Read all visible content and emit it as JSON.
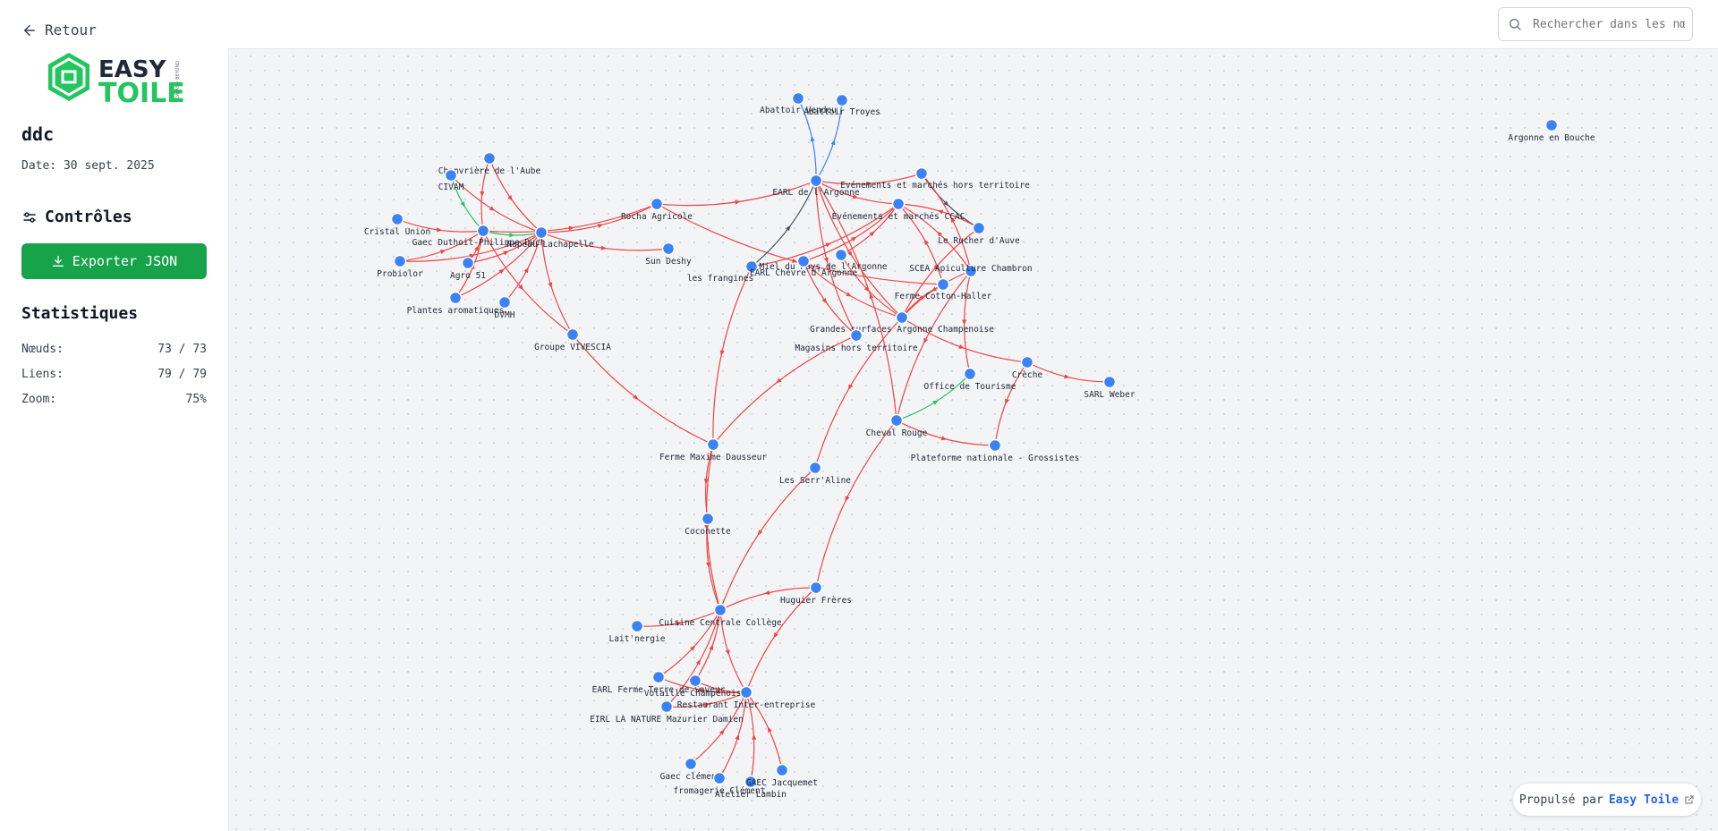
{
  "header": {
    "back_label": "Retour",
    "search_placeholder": "Rechercher dans les nœuds"
  },
  "logo": {
    "line1": "EASY",
    "line2": "TOILE",
    "tagline": "DATAS • BEYOND"
  },
  "project": {
    "name": "ddc",
    "date": "Date: 30 sept. 2025"
  },
  "controls": {
    "title": "Contrôles",
    "export_label": "Exporter JSON"
  },
  "stats": {
    "title": "Statistiques",
    "nodes_label": "Nœuds:",
    "nodes_value": "73 / 73",
    "links_label": "Liens:",
    "links_value": "79 / 79",
    "zoom_label": "Zoom:",
    "zoom_value": "75%"
  },
  "footer": {
    "powered_prefix": "Propulsé par",
    "powered_link": "Easy Toile"
  },
  "colors": {
    "node": "#3b82f6",
    "link_red": "#ef4444",
    "link_green": "#22c55e",
    "link_blue": "#3b82f6",
    "link_dark": "#475569",
    "export": "#16a34a"
  },
  "graph": {
    "nodes": [
      {
        "id": "abattoir_vendeu",
        "label": "Abattoir Vendeu"
      },
      {
        "id": "abattoir_troyes",
        "label": "Abattoir Troyes"
      },
      {
        "id": "argonne_bouche",
        "label": "Argonne en Bouche"
      },
      {
        "id": "chanvriere",
        "label": "Chanvrière de l'Aube"
      },
      {
        "id": "civam",
        "label": "CIVAM"
      },
      {
        "id": "cristal",
        "label": "Cristal Union"
      },
      {
        "id": "gaec_duthoit",
        "label": "Gaec Duthoit-Philippe Duch"
      },
      {
        "id": "rapeau",
        "label": "Rapeau Lachapelle"
      },
      {
        "id": "probiolor",
        "label": "Probiolor"
      },
      {
        "id": "agro51",
        "label": "Agro 51"
      },
      {
        "id": "plantes",
        "label": "Plantes aromatiques"
      },
      {
        "id": "dvmh",
        "label": "DVMH"
      },
      {
        "id": "rocha",
        "label": "Rocha Agricole"
      },
      {
        "id": "sun_deshy",
        "label": "Sun Deshy"
      },
      {
        "id": "vivescia",
        "label": "Groupe VIVESCIA"
      },
      {
        "id": "earl_argonne",
        "label": "EARL de l'Argonne"
      },
      {
        "id": "evenements_hors",
        "label": "Evénements et marchés hors territoire"
      },
      {
        "id": "evenements_ccac",
        "label": "Evénements et marchés CCAC"
      },
      {
        "id": "rucher",
        "label": "Le Rucher d'Auve"
      },
      {
        "id": "frangines",
        "label": "les frangines"
      },
      {
        "id": "miel",
        "label": "Miel du Pays de l'Argonne"
      },
      {
        "id": "earl_chevre",
        "label": "EARL Chèvre d'Argonne"
      },
      {
        "id": "scea",
        "label": "SCEA Apiculture Chambron"
      },
      {
        "id": "ferme_cotton",
        "label": "Ferme Cotton-Haller"
      },
      {
        "id": "grandes_surfaces",
        "label": "Grandes surfaces Argonne Champenoise"
      },
      {
        "id": "magasins",
        "label": "Magasins hors territoire"
      },
      {
        "id": "creche",
        "label": "Crèche"
      },
      {
        "id": "sarl_weber",
        "label": "SARL Weber"
      },
      {
        "id": "office",
        "label": "Office de Tourisme"
      },
      {
        "id": "cheval",
        "label": "Cheval Rouge"
      },
      {
        "id": "plateforme",
        "label": "Plateforme nationale - Grossistes"
      },
      {
        "id": "ferme_maxime",
        "label": "Ferme Maxime Dausseur"
      },
      {
        "id": "serr",
        "label": "Les Serr'Aline"
      },
      {
        "id": "coconette",
        "label": "Coconette"
      },
      {
        "id": "huguier",
        "label": "Huguier Frères"
      },
      {
        "id": "cuisine",
        "label": "Cuisine Centrale Collège"
      },
      {
        "id": "laitnergie",
        "label": "Lait'nergie"
      },
      {
        "id": "earl_ferme",
        "label": "EARL Ferme Terre de Saveur"
      },
      {
        "id": "volaille",
        "label": "Volaille Champenoise"
      },
      {
        "id": "restaurant",
        "label": "Restaurant Inter-entreprise"
      },
      {
        "id": "eirl",
        "label": "EIRL LA NATURE Mazurier Damien"
      },
      {
        "id": "gaec_clement",
        "label": "Gaec clément"
      },
      {
        "id": "fromagerie",
        "label": "fromagerie Clément"
      },
      {
        "id": "atelier",
        "label": "Atelier Lambin"
      },
      {
        "id": "gaec_jacquemet",
        "label": "GAEC Jacquemet"
      }
    ],
    "links": [
      [
        "civam",
        "gaec_duthoit",
        "green"
      ],
      [
        "chanvriere",
        "gaec_duthoit",
        "red"
      ],
      [
        "chanvriere",
        "rapeau",
        "red"
      ],
      [
        "cristal",
        "gaec_duthoit",
        "red"
      ],
      [
        "probiolor",
        "rapeau",
        "red"
      ],
      [
        "agro51",
        "rapeau",
        "red"
      ],
      [
        "plantes",
        "rapeau",
        "red"
      ],
      [
        "dvmh",
        "rapeau",
        "red"
      ],
      [
        "gaec_duthoit",
        "rapeau",
        "green"
      ],
      [
        "gaec_duthoit",
        "rocha",
        "red"
      ],
      [
        "rapeau",
        "rocha",
        "red"
      ],
      [
        "rapeau",
        "sun_deshy",
        "red"
      ],
      [
        "rapeau",
        "vivescia",
        "red"
      ],
      [
        "gaec_duthoit",
        "vivescia",
        "red"
      ],
      [
        "plantes",
        "gaec_duthoit",
        "red"
      ],
      [
        "agro51",
        "gaec_duthoit",
        "red"
      ],
      [
        "civam",
        "rapeau",
        "red"
      ],
      [
        "probiolor",
        "gaec_duthoit",
        "red"
      ],
      [
        "rocha",
        "earl_argonne",
        "red"
      ],
      [
        "rocha",
        "ferme_cotton",
        "red"
      ],
      [
        "vivescia",
        "ferme_maxime",
        "red"
      ],
      [
        "earl_argonne",
        "abattoir_vendeu",
        "blue"
      ],
      [
        "earl_argonne",
        "abattoir_troyes",
        "blue"
      ],
      [
        "earl_argonne",
        "evenements_hors",
        "red"
      ],
      [
        "earl_argonne",
        "evenements_ccac",
        "red"
      ],
      [
        "earl_argonne",
        "grandes_surfaces",
        "red"
      ],
      [
        "earl_argonne",
        "magasins",
        "red"
      ],
      [
        "frangines",
        "earl_argonne",
        "dark"
      ],
      [
        "evenements_hors",
        "rucher",
        "dark"
      ],
      [
        "rucher",
        "grandes_surfaces",
        "red"
      ],
      [
        "rucher",
        "evenements_ccac",
        "red"
      ],
      [
        "scea",
        "evenements_hors",
        "red"
      ],
      [
        "scea",
        "evenements_ccac",
        "red"
      ],
      [
        "scea",
        "grandes_surfaces",
        "red"
      ],
      [
        "miel",
        "evenements_ccac",
        "red"
      ],
      [
        "miel",
        "grandes_surfaces",
        "red"
      ],
      [
        "earl_chevre",
        "evenements_ccac",
        "red"
      ],
      [
        "earl_chevre",
        "grandes_surfaces",
        "red"
      ],
      [
        "earl_chevre",
        "magasins",
        "red"
      ],
      [
        "frangines",
        "evenements_ccac",
        "red"
      ],
      [
        "frangines",
        "ferme_maxime",
        "red"
      ],
      [
        "grandes_surfaces",
        "creche",
        "red"
      ],
      [
        "creche",
        "sarl_weber",
        "red"
      ],
      [
        "creche",
        "plateforme",
        "red"
      ],
      [
        "cheval",
        "office",
        "green"
      ],
      [
        "cheval",
        "plateforme",
        "red"
      ],
      [
        "cheval",
        "earl_argonne",
        "red"
      ],
      [
        "scea",
        "cheval",
        "red"
      ],
      [
        "scea",
        "office",
        "red"
      ],
      [
        "magasins",
        "ferme_maxime",
        "red"
      ],
      [
        "ferme_maxime",
        "coconette",
        "red"
      ],
      [
        "ferme_maxime",
        "cuisine",
        "red"
      ],
      [
        "grandes_surfaces",
        "serr",
        "red"
      ],
      [
        "serr",
        "cuisine",
        "red"
      ],
      [
        "cheval",
        "huguier",
        "red"
      ],
      [
        "huguier",
        "cuisine",
        "red"
      ],
      [
        "huguier",
        "restaurant",
        "red"
      ],
      [
        "laitnergie",
        "cuisine",
        "red"
      ],
      [
        "earl_ferme",
        "cuisine",
        "red"
      ],
      [
        "volaille",
        "cuisine",
        "red"
      ],
      [
        "eirl",
        "cuisine",
        "red"
      ],
      [
        "cuisine",
        "restaurant",
        "red"
      ],
      [
        "earl_ferme",
        "restaurant",
        "red"
      ],
      [
        "volaille",
        "restaurant",
        "red"
      ],
      [
        "eirl",
        "restaurant",
        "red"
      ],
      [
        "gaec_clement",
        "restaurant",
        "red"
      ],
      [
        "fromagerie",
        "restaurant",
        "red"
      ],
      [
        "atelier",
        "restaurant",
        "red"
      ],
      [
        "gaec_jacquemet",
        "restaurant",
        "red"
      ],
      [
        "coconette",
        "cuisine",
        "red"
      ],
      [
        "ferme_cotton",
        "grandes_surfaces",
        "red"
      ],
      [
        "ferme_cotton",
        "evenements_ccac",
        "red"
      ]
    ]
  }
}
